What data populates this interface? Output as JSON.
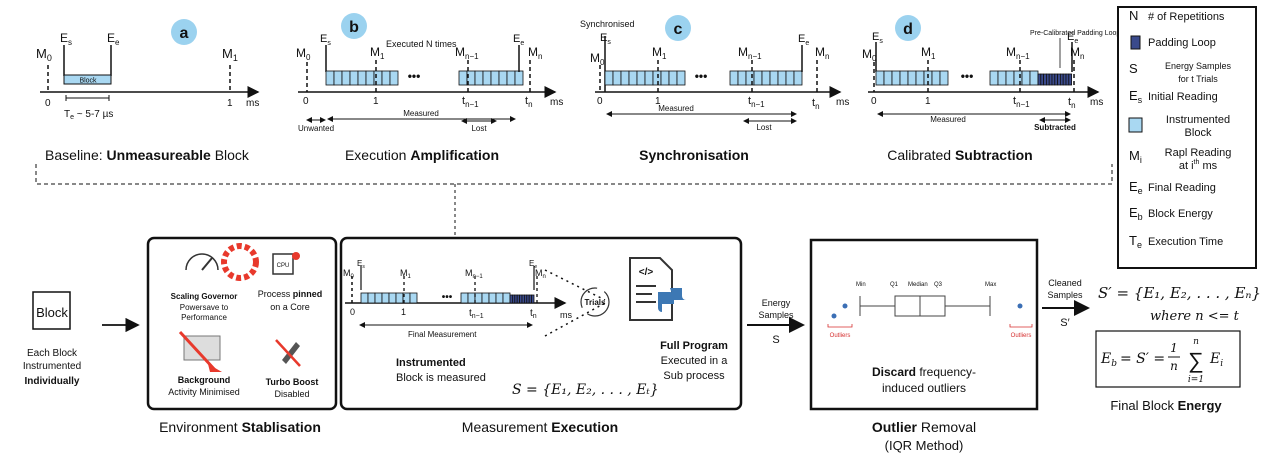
{
  "colors": {
    "block_fill": "#a9d8f2",
    "padding_fill": "#3a4a8c",
    "badge": "#9bd2ef",
    "gear": "#e8392c",
    "outlier": "#d62f2f",
    "point": "#3b6fb5"
  },
  "top": {
    "a": {
      "badge": "a",
      "label_pre": "Baseline: ",
      "label_bold": "Unmeasureable",
      "label_post": " Block",
      "m0": "M",
      "m0s": "0",
      "es": "E",
      "ess": "s",
      "ee": "E",
      "ees": "e",
      "m1": "M",
      "m1s": "1",
      "block": "Block",
      "t0": "0",
      "t1": "1",
      "unit": "ms",
      "te": "T",
      "tes": "e",
      "te_val": " ~ 5-7 µs"
    },
    "b": {
      "badge": "b",
      "label_pre": "Execution ",
      "label_bold": "Amplification",
      "label_post": "",
      "note": "Executed N times",
      "m0": "M",
      "m0s": "0",
      "es": "E",
      "ess": "s",
      "m1": "M",
      "m1s": "1",
      "mn1": "M",
      "mn1s": "n−1",
      "ee": "E",
      "ees": "e",
      "mn": "M",
      "mns": "n",
      "dots": "•••",
      "x0": "0",
      "x1": "1",
      "xn1": "t",
      "xn1s": "n−1",
      "xn": "t",
      "xns": "n",
      "unit": "ms",
      "unwanted": "Unwanted",
      "measured": "Measured",
      "lost": "Lost"
    },
    "c": {
      "badge": "c",
      "label_pre": "",
      "label_bold": "Synchronisation",
      "label_post": "",
      "note": "Synchronised",
      "m0": "M",
      "m0s": "0",
      "es": "E",
      "ess": "s",
      "m1": "M",
      "m1s": "1",
      "mn1": "M",
      "mn1s": "n−1",
      "ee": "E",
      "ees": "e",
      "mn": "M",
      "mns": "n",
      "dots": "•••",
      "x0": "0",
      "x1": "1",
      "xn1": "t",
      "xn1s": "n−1",
      "xn": "t",
      "xns": "n",
      "unit": "ms",
      "measured": "Measured",
      "lost": "Lost"
    },
    "d": {
      "badge": "d",
      "label_pre": "Calibrated ",
      "label_bold": "Subtraction",
      "label_post": "",
      "note": "Pre-Calibrated Padding Loops",
      "m0": "M",
      "m0s": "0",
      "es": "E",
      "ess": "s",
      "m1": "M",
      "m1s": "1",
      "mn1": "M",
      "mn1s": "n−1",
      "ee": "E",
      "ees": "e",
      "mn": "M",
      "mns": "n",
      "dots": "•••",
      "x0": "0",
      "x1": "1",
      "xn1": "t",
      "xn1s": "n−1",
      "xn": "t",
      "xns": "n",
      "unit": "ms",
      "measured": "Measured",
      "subtracted": "Subtracted"
    }
  },
  "legend": [
    {
      "sym": "N",
      "sub": "",
      "text": "# of Repetitions"
    },
    {
      "sym": "padding",
      "sub": "",
      "text": "Padding Loop"
    },
    {
      "sym": "S",
      "sub": "",
      "text": "Energy Samples for t Trials"
    },
    {
      "sym": "E",
      "sub": "s",
      "text": "Initial Reading"
    },
    {
      "sym": "block",
      "sub": "",
      "text": "Instrumented Block"
    },
    {
      "sym": "M",
      "sub": "i",
      "text": "Rapl Reading at i",
      "sup": "th",
      "text2": " ms"
    },
    {
      "sym": "E",
      "sub": "e",
      "text": "Final Reading"
    },
    {
      "sym": "E",
      "sub": "b",
      "text": "Block Energy"
    },
    {
      "sym": "T",
      "sub": "e",
      "text": "Execution Time"
    }
  ],
  "block_box": {
    "label": "Block",
    "cap1": "Each Block",
    "cap2": "Instrumented",
    "cap3": "Individually"
  },
  "env": {
    "title_pre": "Environment ",
    "title_bold": "Stablisation",
    "gov1": "Scaling Governor",
    "gov2": "Powersave to",
    "gov3": "Performance",
    "pin1": "Process ",
    "pin1b": "pinned",
    "pin2": "on a Core",
    "bg1": "Background",
    "bg2": "Activity Minimised",
    "tb1": "Turbo Boost",
    "tb2": "Disabled",
    "cpu": "CPU"
  },
  "meas": {
    "title_pre": "Measurement ",
    "title_bold": "Execution",
    "final": "Final Measurement",
    "instr1": "Instrumented",
    "instr2": "Block is measured",
    "trials": "Trials",
    "full1": "Full Program",
    "full2": "Executed in a",
    "full3": "Sub process",
    "set": "S = {E₁, E₂, . . . , Eₜ}",
    "m0": "M",
    "m0s": "0",
    "es": "E",
    "ess": "s",
    "m1": "M",
    "m1s": "1",
    "mn1": "M",
    "mn1s": "n−1",
    "ee": "E",
    "ees": "e",
    "mn": "M",
    "mns": "n",
    "dots": "•••",
    "x0": "0",
    "x1": "1",
    "xn1": "t",
    "xn1s": "n−1",
    "xn": "t",
    "xns": "n",
    "unit": "ms"
  },
  "arrow1": {
    "l1": "Energy",
    "l2": "Samples",
    "l3": "S"
  },
  "outlier": {
    "title_bold": "Outlier",
    "title_post": " Removal",
    "title2": "(IQR Method)",
    "min": "Min",
    "q1": "Q1",
    "median": "Median",
    "q3": "Q3",
    "max": "Max",
    "out": "Outliers",
    "disc_bold": "Discard",
    "disc1": " frequency-",
    "disc2": "induced outliers"
  },
  "arrow2": {
    "l1": "Cleaned",
    "l2": "Samples",
    "l3": "S′"
  },
  "result": {
    "set": "S′ = {E₁, E₂, . . . , Eₙ}",
    "where": "where n <= t",
    "formula_lhs": "E",
    "formula_lhs_sub": "b",
    "formula_eq": "= S′ =",
    "frac_num": "1",
    "frac_den": "n",
    "sum_top": "n",
    "sum_bot": "i=1",
    "sum_term": "E",
    "sum_term_sub": "i",
    "final_pre": "Final Block ",
    "final_bold": "Energy"
  }
}
